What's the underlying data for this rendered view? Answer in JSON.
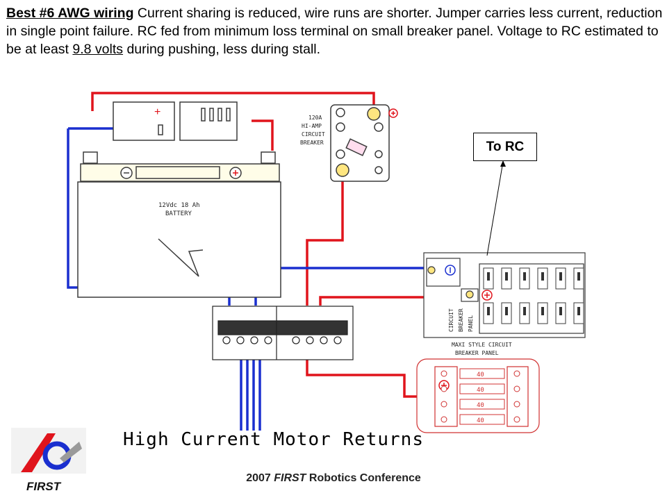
{
  "header": {
    "title": "Best #6 AWG wiring",
    "line1_rest": " Current sharing is reduced, wire runs are shorter.  Jumper carries less current, reduction in single point failure.  RC fed from minimum loss terminal on small breaker panel.  Voltage to RC estimated to be at least ",
    "voltage": "9.8 volts",
    "line_end": " during pushing, less during stall."
  },
  "labels": {
    "breaker_main": [
      "120A",
      "HI-AMP",
      "CIRCUIT",
      "BREAKER"
    ],
    "battery": [
      "12Vdc  18 Ah",
      "BATTERY"
    ],
    "to_rc": "To RC",
    "cb_panel_vertical": [
      "CIRCUIT",
      "BREAKER",
      "PANEL"
    ],
    "maxi_panel": [
      "MAXI STYLE CIRCUIT",
      "BREAKER PANEL"
    ],
    "fuse_40": "40",
    "motor_returns": "High Current Motor Returns"
  },
  "footer": {
    "year": "2007 ",
    "first": "FIRST",
    "rest": " Robotics Conference",
    "logo_text": "FIRST"
  },
  "colors": {
    "positive_wire": "#e0141c",
    "negative_wire": "#1a2fcf",
    "outline": "#3a3a3a"
  }
}
